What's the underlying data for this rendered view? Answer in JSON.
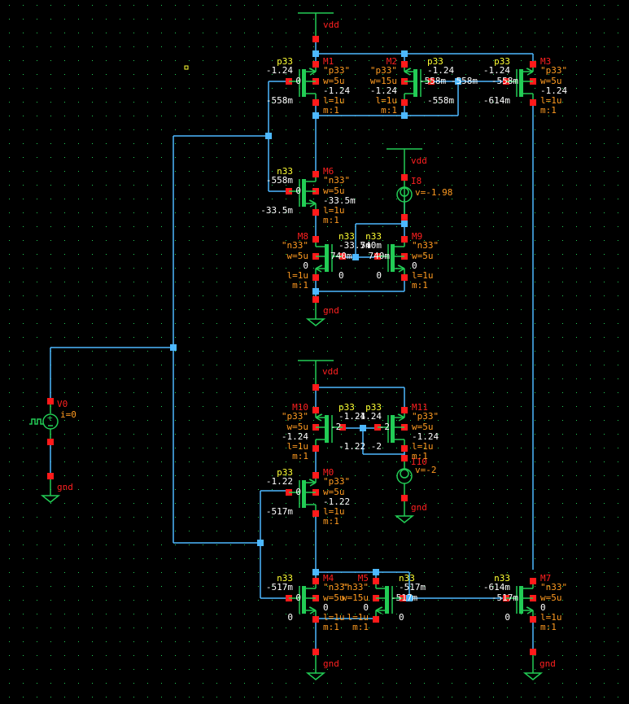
{
  "app": "schematic-editor",
  "colors": {
    "background": "#000000",
    "grid_dot": "#22cc55",
    "wire": "#4db8ff",
    "symbol": "#22cc55",
    "pin": "#ff1a1a",
    "instance_name": "#ff2020",
    "model_label": "#ffff33",
    "param_label": "#ff9a20",
    "annotation": "#ffffff"
  },
  "nets": {
    "vdd": "vdd",
    "gnd": "gnd"
  },
  "supplies": [
    {
      "id": "vdd1",
      "label": "vdd"
    },
    {
      "id": "vdd2",
      "label": "vdd"
    },
    {
      "id": "vdd3",
      "label": "vdd"
    },
    {
      "id": "gnd1",
      "label": "gnd"
    },
    {
      "id": "gnd2",
      "label": "gnd"
    },
    {
      "id": "gnd3",
      "label": "gnd"
    },
    {
      "id": "gnd4",
      "label": "gnd"
    },
    {
      "id": "gnd5",
      "label": "gnd"
    }
  ],
  "sources": [
    {
      "name": "V0",
      "param": "i=0",
      "type": "pulse-voltage-source"
    },
    {
      "name": "I8",
      "param": "v=-1.98",
      "type": "current-source"
    },
    {
      "name": "I10",
      "param": "v=-2",
      "type": "current-source"
    }
  ],
  "transistors": [
    {
      "name": "M1",
      "model": "p33",
      "cell": "\"p33\"",
      "w": "w=5u",
      "l": "l=1u",
      "m": "m:1",
      "vs": "-1.24",
      "vg": "0",
      "vb": "-1.24",
      "vd": "-558m"
    },
    {
      "name": "M2",
      "model": "p33",
      "cell": "\"p33\"",
      "w": "w=15u",
      "l": "l=1u",
      "m": "m:1",
      "vs": "-1.24",
      "vg": "-558m",
      "vb": "-1.24",
      "vd": "-558m"
    },
    {
      "name": "M3",
      "model": "p33",
      "cell": "\"p33\"",
      "w": "w=5u",
      "l": "l=1u",
      "m": "m:1",
      "vs": "-1.24",
      "vg": "-558m",
      "vb": "-1.24",
      "vd": "-614m",
      "vg_left": "-558m"
    },
    {
      "name": "M6",
      "model": "n33",
      "cell": "\"n33\"",
      "w": "w=5u",
      "l": "l=1u",
      "m": "m:1",
      "vd": "-558m",
      "vg": "0",
      "vb": "-33.5m",
      "vs": "-33.5m"
    },
    {
      "name": "M8",
      "model": "n33",
      "cell": "\"n33\"",
      "w": "w=5u",
      "l": "l=1u",
      "m": "m:1",
      "vd": "-33.5m",
      "vg": "740m",
      "vb": "0",
      "vs": "0"
    },
    {
      "name": "M9",
      "model": "n33",
      "cell": "\"n33\"",
      "w": "w=5u",
      "l": "l=1u",
      "m": "m:1",
      "vd": "740m",
      "vg": "740m",
      "vb": "0",
      "vs": "0"
    },
    {
      "name": "M10",
      "model": "p33",
      "cell": "\"p33\"",
      "w": "w=5u",
      "l": "l=1u",
      "m": "m:1",
      "vs": "-1.24",
      "vg": "-2",
      "vb": "-1.24",
      "vd": "-1.22"
    },
    {
      "name": "M11",
      "model": "p33",
      "cell": "\"p33\"",
      "w": "w=5u",
      "l": "l=1u",
      "m": "m:1",
      "vs": "-1.24",
      "vg": "-2",
      "vb": "-1.24",
      "vd": "-2"
    },
    {
      "name": "M0",
      "model": "p33",
      "cell": "\"p33\"",
      "w": "w=5u",
      "l": "l=1u",
      "m": "m:1",
      "vs": "-1.22",
      "vg": "0",
      "vb": "-1.22",
      "vd": "-517m"
    },
    {
      "name": "M4",
      "model": "n33",
      "cell": "\"n33\"",
      "w": "w=5u",
      "l": "l=1u",
      "m": "m:1",
      "vd": "-517m",
      "vg": "0",
      "vb": "0",
      "vs": "0"
    },
    {
      "name": "M5",
      "model": "n33",
      "cell": "\"n33\"",
      "w": "w=15u",
      "l": "l=1u",
      "m": "m:1",
      "vd": "-517m",
      "vg": "-517m",
      "vb": "0",
      "vs": "0"
    },
    {
      "name": "M7",
      "model": "n33",
      "cell": "\"n33\"",
      "w": "w=5u",
      "l": "l=1u",
      "m": "m:1",
      "vd": "-614m",
      "vg": "-517m",
      "vb": "0",
      "vs": "0"
    }
  ]
}
